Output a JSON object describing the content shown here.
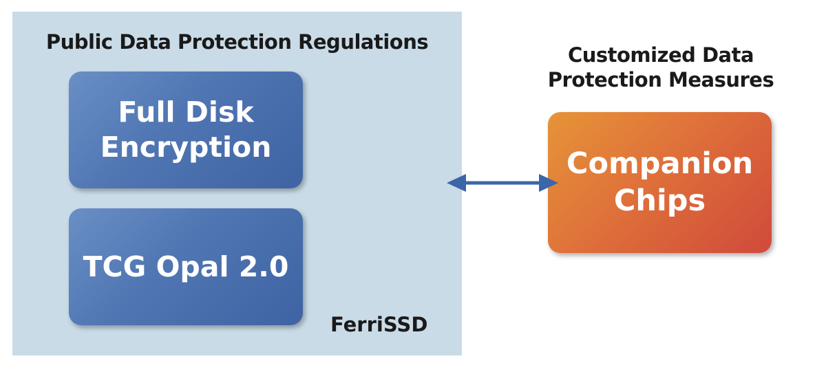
{
  "panel": {
    "title": "Public Data Protection Regulations",
    "brand": "FerriSSD",
    "boxes": [
      {
        "lines": [
          "Full Disk",
          "Encryption"
        ]
      },
      {
        "lines": [
          "TCG Opal 2.0"
        ]
      }
    ]
  },
  "right": {
    "title_lines": [
      "Customized Data",
      "Protection Measures"
    ],
    "box": {
      "lines": [
        "Companion",
        "Chips"
      ]
    }
  },
  "colors": {
    "panel_bg": "#c9dbe7",
    "blue_box": "#4f75b2",
    "orange_box": "#de6d3a",
    "arrow": "#3b66a8"
  }
}
